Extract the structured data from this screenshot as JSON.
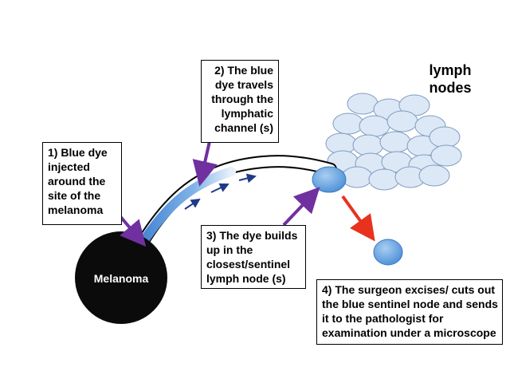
{
  "title": "lymph\nnodes",
  "melanoma_label": "Melanoma",
  "steps": [
    {
      "text": "1) Blue dye\ninjected\naround the\nsite of the\nmelanoma"
    },
    {
      "text": "2) The blue\ndye travels\nthrough the\nlymphatic\nchannel (s)"
    },
    {
      "text": "3) The dye builds\nup in the\nclosest/sentinel\nlymph node (s)"
    },
    {
      "text": "4) The surgeon excises/ cuts out\nthe blue sentinel node and sends\nit to the pathologist for\nexamination under a microscope"
    }
  ],
  "colors": {
    "melanoma": "#0b0b0b",
    "dye_blue": "#5b9bd5",
    "node_fill": "#dde8f6",
    "node_stroke": "#7f9cc0",
    "arrow_purple": "#7030a0",
    "arrow_red": "#e8321e",
    "channel_arrow": "#1f3a8a"
  }
}
